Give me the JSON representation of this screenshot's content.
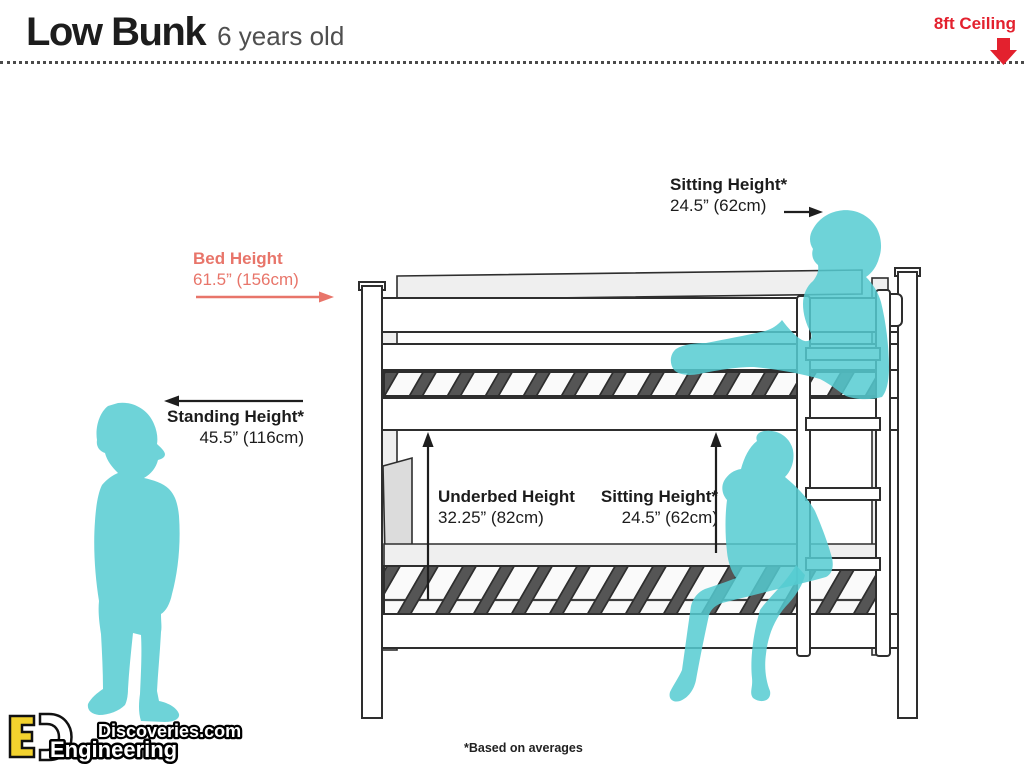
{
  "header": {
    "title": "Low Bunk",
    "subtitle": "6 years old",
    "ceiling_label": "8ft Ceiling"
  },
  "annotations": {
    "bed_height": {
      "label": "Bed Height",
      "value": "61.5” (156cm)"
    },
    "sitting_height_top": {
      "label": "Sitting Height*",
      "value": "24.5” (62cm)"
    },
    "standing_height": {
      "label": "Standing Height*",
      "value": "45.5” (116cm)"
    },
    "underbed_height": {
      "label": "Underbed Height",
      "value": "32.25” (82cm)"
    },
    "sitting_height_bottom": {
      "label": "Sitting Height*",
      "value": "24.5” (62cm)"
    }
  },
  "footnote": "*Based on averages",
  "logo": {
    "brand_name": "Engineering",
    "brand_domain": "Discoveries.com"
  },
  "colors": {
    "teal": "#55CBD1",
    "salmon": "#E8756A",
    "red": "#E3212E",
    "ink": "#1d1d1d"
  }
}
